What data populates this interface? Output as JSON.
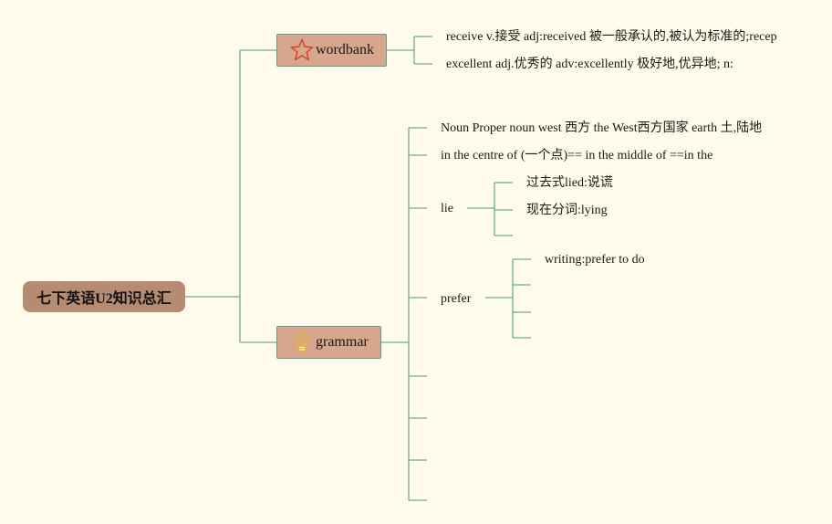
{
  "root": {
    "label": "七下英语U2知识总汇"
  },
  "wordbank": {
    "label": "wordbank",
    "icon": "star-icon",
    "items": [
      "receive v.接受 adj:received 被一般承认的,被认为标准的;recep",
      "excellent adj.优秀的 adv:excellently 极好地,优异地; n:"
    ]
  },
  "grammar": {
    "label": "grammar",
    "icon": "badge-icon",
    "items": {
      "noun": "Noun Proper noun west 西方 the West西方国家 earth 土,陆地",
      "centre": "in the centre of (一个点)== in the middle of ==in the",
      "lie": {
        "label": "lie",
        "items": [
          "过去式lied:说谎",
          "现在分词:lying"
        ]
      },
      "prefer": {
        "label": "prefer",
        "items": [
          "writing:prefer to do"
        ]
      }
    }
  },
  "colors": {
    "background": "#fffbea",
    "root_fill": "#b58b72",
    "branch_fill": "#d7a68c",
    "connector": "#5f9a8e",
    "star_stroke": "#d9452b",
    "badge": "#e8b04a"
  }
}
